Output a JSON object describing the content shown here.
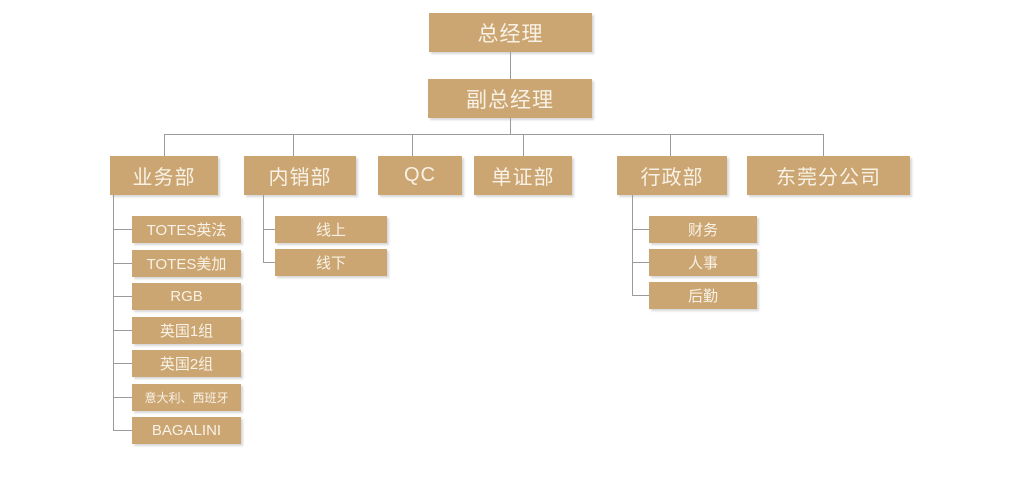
{
  "org": {
    "root": {
      "label": "总经理"
    },
    "deputy": {
      "label": "副总经理"
    },
    "departments": [
      {
        "label": "业务部",
        "children": [
          "TOTES英法",
          "TOTES美加",
          "RGB",
          "英国1组",
          "英国2组",
          "意大利、西班牙",
          "BAGALINI"
        ]
      },
      {
        "label": "内销部",
        "children": [
          "线上",
          "线下"
        ]
      },
      {
        "label": "QC",
        "children": []
      },
      {
        "label": "单证部",
        "children": []
      },
      {
        "label": "行政部",
        "children": [
          "财务",
          "人事",
          "后勤"
        ]
      },
      {
        "label": "东莞分公司",
        "children": []
      }
    ]
  },
  "colors": {
    "node_fill": "#CBA572",
    "node_text": "#F8F2E6",
    "connector": "#9B9B9B",
    "background": "#FFFFFF"
  }
}
